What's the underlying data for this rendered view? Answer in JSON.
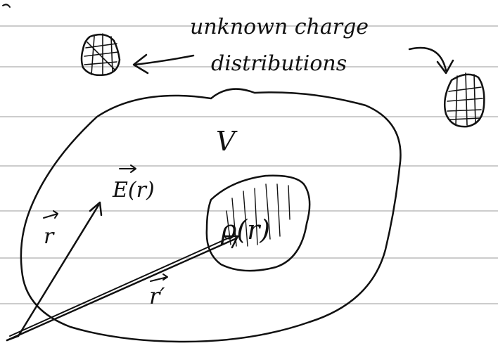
{
  "annotation": {
    "line1": "unknown charge",
    "line2": "distributions"
  },
  "region_label": "V",
  "field_label": "E(r)",
  "density_label": "ρ(r)",
  "position_label": "r",
  "source_label": "r′"
}
